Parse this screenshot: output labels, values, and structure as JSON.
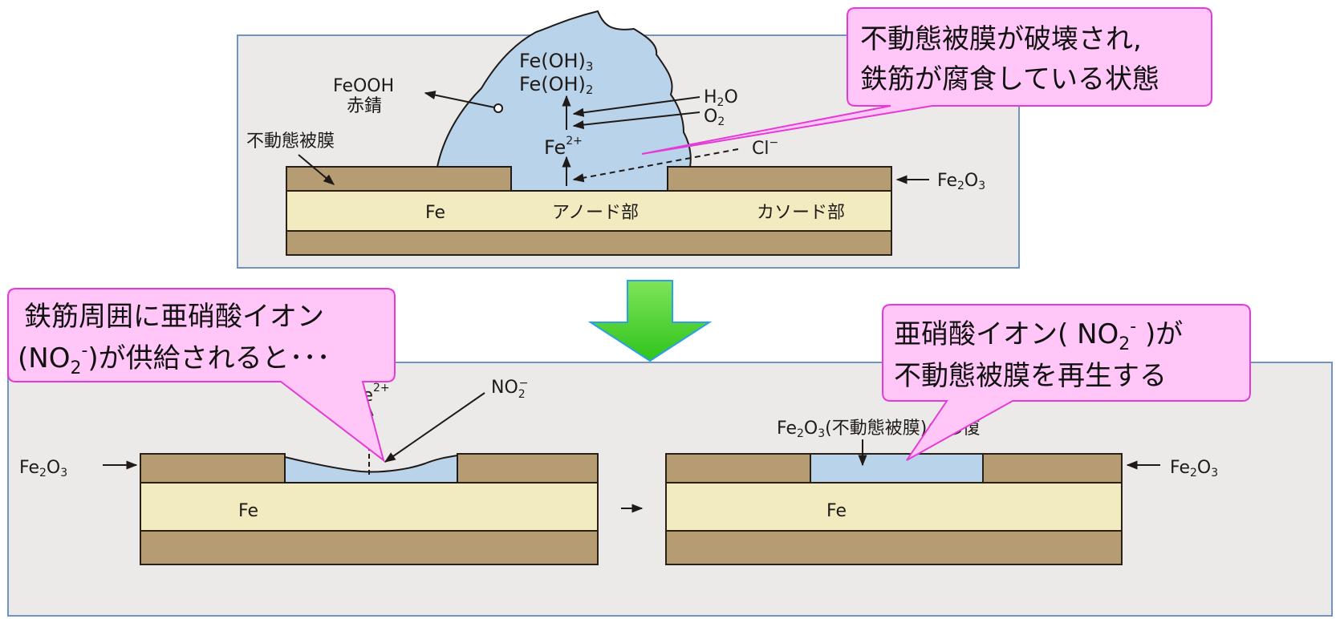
{
  "top_panel": {
    "labels": {
      "feoh3": "Fe(OH)",
      "feoh3_sub": "3",
      "feoh2": "Fe(OH)",
      "feoh2_sub": "2",
      "feooh": "FeOOH",
      "rust": "赤錆",
      "passive_film": "不動態被膜",
      "h2o_a": "H",
      "h2o_sub": "2",
      "h2o_b": "O",
      "o2_a": "O",
      "o2_sub": "2",
      "fe_ion": "Fe",
      "fe_ion_sup": "2+",
      "cl": "Cl",
      "cl_sup": "−",
      "fe2o3_a": "Fe",
      "fe2o3_sub1": "2",
      "fe2o3_b": "O",
      "fe2o3_sub2": "3",
      "fe": "Fe",
      "anode": "アノード部",
      "cathode": "カソード部"
    }
  },
  "callouts": {
    "top_right": {
      "line1": "不動態被膜が破壊され,",
      "line2": "鉄筋が腐食している状態"
    },
    "left": {
      "line1": "鉄筋周囲に亜硝酸イオン",
      "line2a": "(NO",
      "line2_sub": "2",
      "line2_sup": "-",
      "line2b": ")が供給されると･･･"
    },
    "right": {
      "line1a": "亜硝酸イオン( NO",
      "line1_sub": "2",
      "line1_sup": "-",
      "line1b": " )が",
      "line2": "不動態被膜を再生する"
    }
  },
  "bottom_left": {
    "labels": {
      "fe_ion": "Fe",
      "fe_ion_sup": "2+",
      "no2_a": "NO",
      "no2_sub": "2",
      "no2_sup": "−",
      "fe2o3_a": "Fe",
      "fe2o3_sub1": "2",
      "fe2o3_b": "O",
      "fe2o3_sub2": "3",
      "fe": "Fe"
    }
  },
  "bottom_right": {
    "labels": {
      "repair_a": "Fe",
      "repair_sub1": "2",
      "repair_b": "O",
      "repair_sub2": "3",
      "repair_c": "(不動態被膜)の修復",
      "fe2o3_a": "Fe",
      "fe2o3_sub1": "2",
      "fe2o3_b": "O",
      "fe2o3_sub2": "3",
      "fe": "Fe"
    }
  },
  "colors": {
    "panel_bg": "#eceae8",
    "panel_border": "#6f94c4",
    "oxide": "#b59c72",
    "iron": "#f2ebc0",
    "rust_liquid": "#b9d3ea",
    "callout_fill": "#ffc6f7",
    "callout_border": "#e43bd6",
    "arrow_green": "#3fd11a",
    "arrow_green_edge": "#2aa0e6"
  }
}
